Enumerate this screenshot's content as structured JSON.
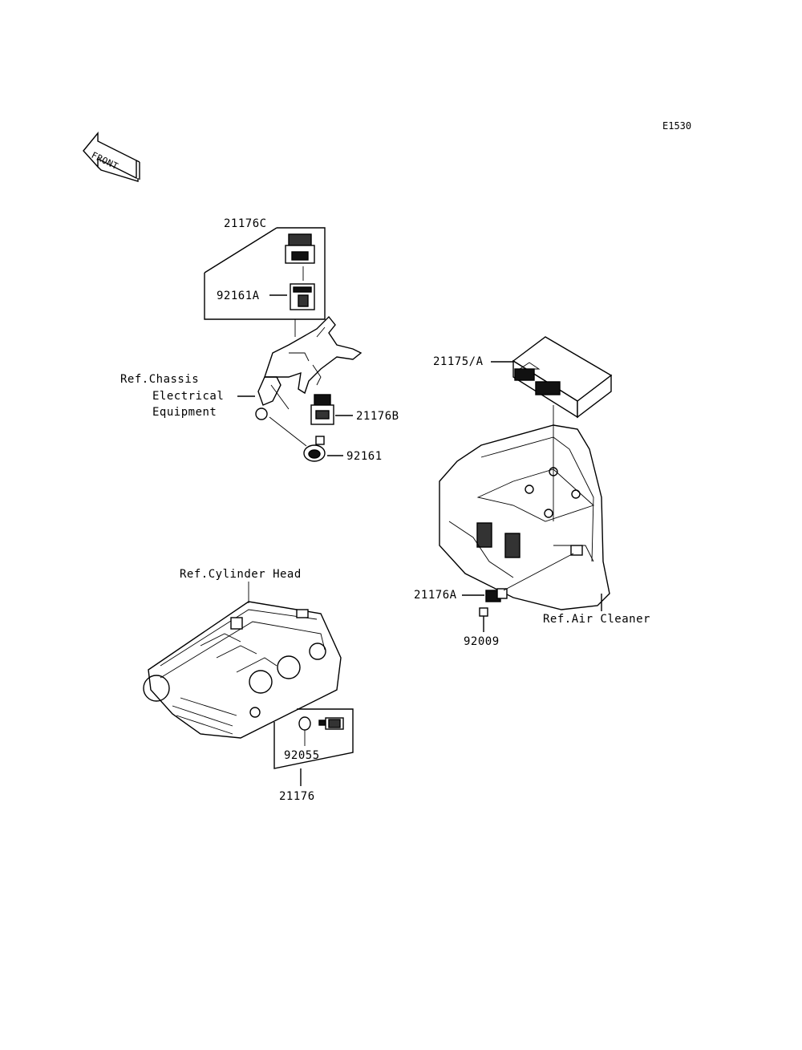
{
  "diagram_code": "E1530",
  "front_label": "FRONT",
  "labels": {
    "p21176C": "21176C",
    "p92161A": "92161A",
    "ref_chassis": [
      "Ref.Chassis",
      "Electrical",
      "Equipment"
    ],
    "p21176B": "21176B",
    "p92161": "92161",
    "p21175A": "21175/A",
    "ref_cylinder_head": "Ref.Cylinder Head",
    "p21176A": "21176A",
    "ref_air_cleaner": "Ref.Air Cleaner",
    "p92009": "92009",
    "p92055": "92055",
    "p21176": "21176"
  }
}
